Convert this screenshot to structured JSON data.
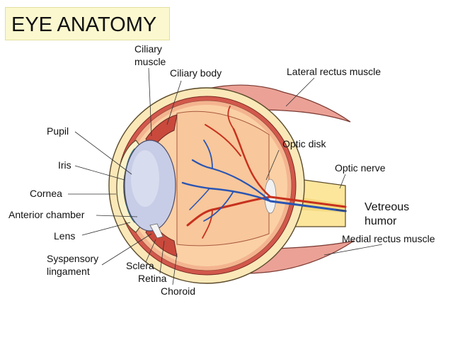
{
  "title": "EYE ANATOMY",
  "labels": {
    "ciliary_muscle": [
      "Ciliary",
      "muscle"
    ],
    "ciliary_body": "Ciliary body",
    "lateral_rectus": "Lateral rectus muscle",
    "pupil": "Pupil",
    "optic_disk": "Optic disk",
    "iris": "Iris",
    "optic_nerve": "Optic nerve",
    "cornea": "Cornea",
    "vetreous_humor": [
      "Vetreous",
      "humor"
    ],
    "anterior_chamber": "Anterior chamber",
    "lens": "Lens",
    "medial_rectus": "Medial rectus muscle",
    "suspensory_ligament": [
      "Syspensory",
      "lingament"
    ],
    "sclera": "Sclera",
    "retina": "Retina",
    "choroid": "Choroid"
  },
  "colors": {
    "title_bg": "#fbf8cf",
    "muscle": "#eba196",
    "sclera": "#fbe8b8",
    "choroid": "#d2584c",
    "vitreous": "#fbd0a5",
    "nerve": "#fbe69c",
    "lens": "#c7cde6",
    "cornea": "#63bcc4",
    "artery": "#c7311d",
    "vein": "#2a55b3"
  }
}
